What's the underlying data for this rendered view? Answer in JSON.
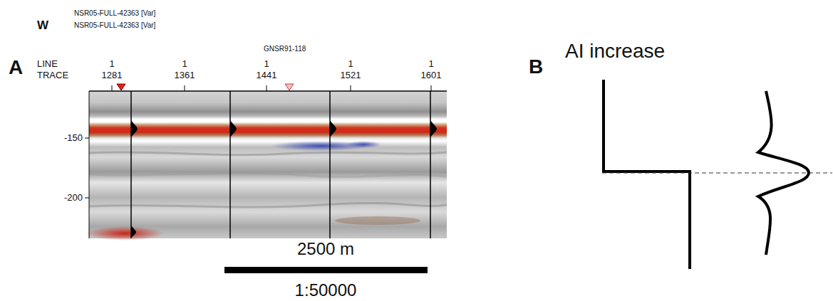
{
  "diagram": {
    "labels": [
      "A",
      "W",
      "NSR05-FULL-42363 [Var]",
      "NSR05-FULL-42363 [Var]",
      "LINE",
      "TRACE",
      "1",
      "1",
      "1",
      "1",
      "1",
      "1281",
      "1361",
      "1441",
      "1521",
      "1601",
      "GNSR91-118",
      "-150",
      "-200",
      "2500 m",
      "1:50000",
      "B",
      "AI increase"
    ]
  }
}
